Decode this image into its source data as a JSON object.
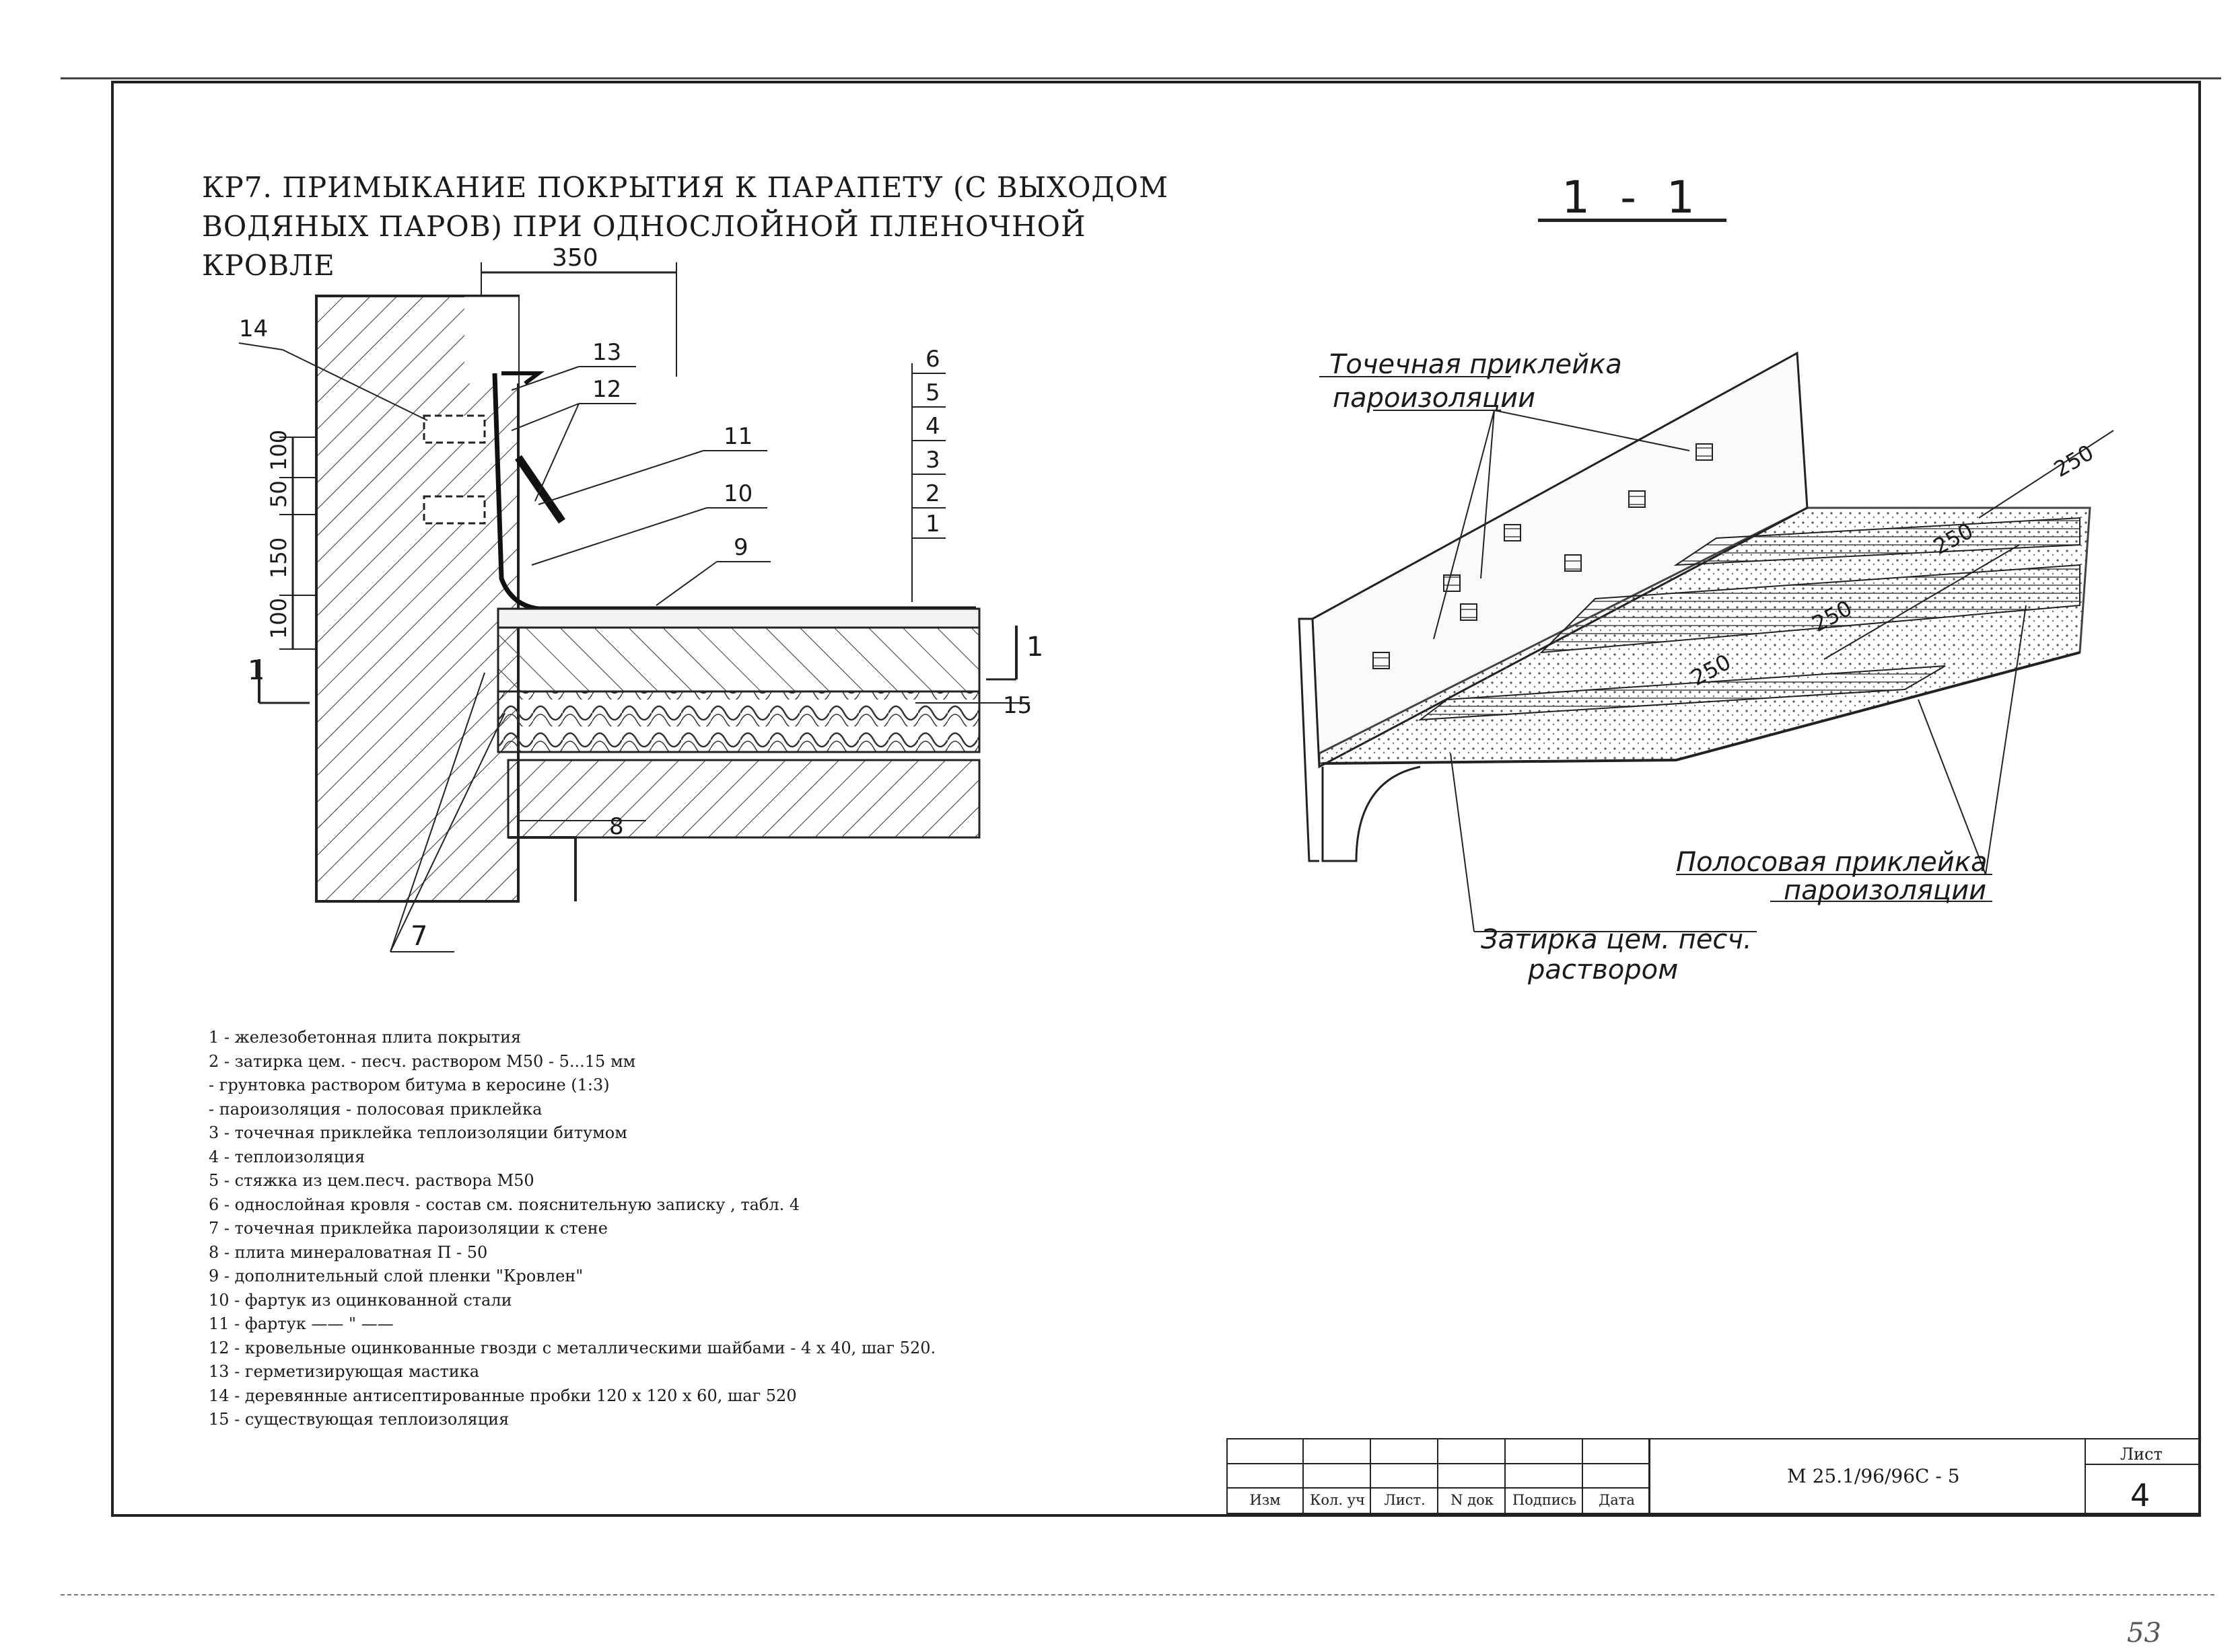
{
  "title": "КР7. ПРИМЫКАНИЕ ПОКРЫТИЯ К ПАРАПЕТУ (С ВЫХОДОМ\nВОДЯНЫХ ПАРОВ) ПРИ ОДНОСЛОЙНОЙ ПЛЕНОЧНОЙ КРОВЛЕ",
  "section_mark": "1 - 1",
  "detail": {
    "dim_width": "350",
    "dims_vertical": [
      "100",
      "50",
      "150",
      "100"
    ],
    "callouts_left": [
      "14",
      "13",
      "12",
      "11",
      "10",
      "9",
      "8",
      "7",
      "15"
    ],
    "layer_stack": [
      "6",
      "5",
      "4",
      "3",
      "2",
      "1"
    ],
    "cut_label": "1"
  },
  "section": {
    "label_point_glue_1": "Точечная приклейка",
    "label_point_glue_2": "пароизоляции",
    "label_strip_glue_1": "Полосовая приклейка",
    "label_strip_glue_2": "пароизоляции",
    "label_screed_1": "Затирка цем. песч.",
    "label_screed_2": "раствором",
    "dims": [
      "250",
      "250",
      "250",
      "250"
    ]
  },
  "legend": [
    "1 - железобетонная плита покрытия",
    "2 - затирка цем. - песч. раствором М50 - 5...15 мм",
    "  - грунтовка раствором битума в керосине (1:3)",
    "  - пароизоляция - полосовая приклейка",
    "3 - точечная приклейка теплоизоляции битумом",
    "4 - теплоизоляция",
    "5 - стяжка из цем.песч. раствора М50",
    "6 - однослойная кровля - состав см. пояснительную записку , табл. 4",
    "7 - точечная приклейка пароизоляции к стене",
    "8 - плита минераловатная П - 50",
    "9 - дополнительный слой пленки \"Кровлен\"",
    "10 - фартук из оцинкованной стали",
    "11 - фартук   ——  \"  ——",
    "12 - кровельные оцинкованные гвозди с металлическими шайбами - 4 х 40, шаг 520.",
    "13 - герметизирующая мастика",
    "14 - деревянные антисептированные пробки 120 х 120 х 60, шаг 520",
    "15 - существующая теплоизоляция"
  ],
  "title_block": {
    "columns": [
      "Изм",
      "Кол. уч",
      "Лист.",
      "N док",
      "Подпись",
      "Дата"
    ],
    "doc_code": "М 25.1/96/96С - 5",
    "sheet_label": "Лист",
    "sheet_number": "4"
  },
  "page_corner": "53"
}
